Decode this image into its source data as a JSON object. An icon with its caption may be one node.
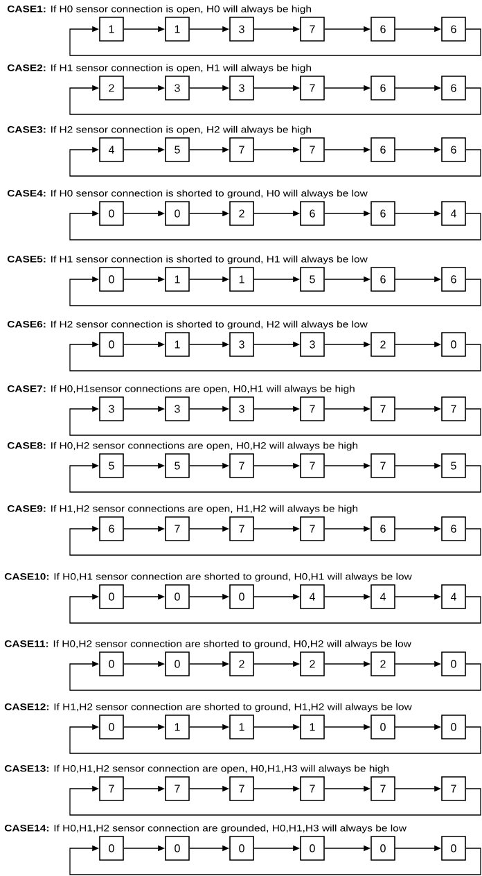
{
  "diagram": {
    "nodes": [
      {
        "text": [
          "1"
        ]
      },
      {
        "text": [
          "1"
        ]
      },
      {
        "text": [
          "3"
        ]
      },
      {
        "text": [
          "7"
        ]
      },
      {
        "text": [
          "6"
        ]
      },
      {
        "text": [
          "6"
        ]
      },
      {
        "text": [
          "2"
        ]
      },
      {
        "text": [
          "3"
        ]
      },
      {
        "text": [
          "3"
        ]
      },
      {
        "text": [
          "7"
        ]
      },
      {
        "text": [
          "6"
        ]
      },
      {
        "text": [
          "6"
        ]
      },
      {
        "text": [
          "4"
        ]
      },
      {
        "text": [
          "5"
        ]
      },
      {
        "text": [
          "7"
        ]
      },
      {
        "text": [
          "7"
        ]
      },
      {
        "text": [
          "6"
        ]
      },
      {
        "text": [
          "6"
        ]
      },
      {
        "text": [
          "0"
        ]
      },
      {
        "text": [
          "0"
        ]
      },
      {
        "text": [
          "2"
        ]
      },
      {
        "text": [
          "6"
        ]
      },
      {
        "text": [
          "6"
        ]
      },
      {
        "text": [
          "4"
        ]
      },
      {
        "text": [
          "0"
        ]
      },
      {
        "text": [
          "1"
        ]
      },
      {
        "text": [
          "1"
        ]
      },
      {
        "text": [
          "5"
        ]
      },
      {
        "text": [
          "6"
        ]
      },
      {
        "text": [
          "6"
        ]
      },
      {
        "text": [
          "0"
        ]
      },
      {
        "text": [
          "1"
        ]
      },
      {
        "text": [
          "3"
        ]
      },
      {
        "text": [
          "3"
        ]
      },
      {
        "text": [
          "2"
        ]
      },
      {
        "text": [
          "0"
        ]
      },
      {
        "text": [
          "3"
        ]
      },
      {
        "text": [
          "3"
        ]
      },
      {
        "text": [
          "3"
        ]
      },
      {
        "text": [
          "7"
        ]
      },
      {
        "text": [
          "7"
        ]
      },
      {
        "text": [
          "7"
        ]
      },
      {
        "text": [
          "5"
        ]
      },
      {
        "text": [
          "5"
        ]
      },
      {
        "text": [
          "7"
        ]
      },
      {
        "text": [
          "7"
        ]
      },
      {
        "text": [
          "7"
        ]
      },
      {
        "text": [
          "5"
        ]
      },
      {
        "text": [
          "6"
        ]
      },
      {
        "text": [
          "7"
        ]
      },
      {
        "text": [
          "7"
        ]
      },
      {
        "text": [
          "7"
        ]
      },
      {
        "text": [
          "6"
        ]
      },
      {
        "text": [
          "6"
        ]
      },
      {
        "text": [
          "0"
        ]
      },
      {
        "text": [
          "0"
        ]
      },
      {
        "text": [
          "0"
        ]
      },
      {
        "text": [
          "4"
        ]
      },
      {
        "text": [
          "4"
        ]
      },
      {
        "text": [
          "4"
        ]
      },
      {
        "text": [
          "0"
        ]
      },
      {
        "text": [
          "0"
        ]
      },
      {
        "text": [
          "2"
        ]
      },
      {
        "text": [
          "2"
        ]
      },
      {
        "text": [
          "2"
        ]
      },
      {
        "text": [
          "0"
        ]
      },
      {
        "text": [
          "0"
        ]
      },
      {
        "text": [
          "1"
        ]
      },
      {
        "text": [
          "1"
        ]
      },
      {
        "text": [
          "1"
        ]
      },
      {
        "text": [
          "0"
        ]
      },
      {
        "text": [
          "0"
        ]
      },
      {
        "text": [
          "7"
        ]
      },
      {
        "text": [
          "7"
        ]
      },
      {
        "text": [
          "7"
        ]
      },
      {
        "text": [
          "7"
        ]
      },
      {
        "text": [
          "7"
        ]
      },
      {
        "text": [
          "7"
        ]
      },
      {
        "text": [
          "0"
        ]
      },
      {
        "text": [
          "0"
        ]
      },
      {
        "text": [
          "0"
        ]
      },
      {
        "text": [
          "0"
        ]
      },
      {
        "text": [
          "0"
        ]
      },
      {
        "text": [
          "0"
        ]
      }
    ],
    "edges": [
      {
        "from": 0,
        "to": 1,
        "arrow": "to"
      },
      {
        "from": 1,
        "to": 2,
        "arrow": "to"
      },
      {
        "from": 2,
        "to": 3,
        "arrow": "to"
      },
      {
        "from": 3,
        "to": 4,
        "arrow": "to"
      },
      {
        "from": 4,
        "to": 5,
        "arrow": "to"
      },
      {
        "from": 5,
        "to": 0,
        "arrow": "to"
      },
      {
        "from": 6,
        "to": 7,
        "arrow": "to"
      },
      {
        "from": 7,
        "to": 8,
        "arrow": "to"
      },
      {
        "from": 8,
        "to": 9,
        "arrow": "to"
      },
      {
        "from": 9,
        "to": 10,
        "arrow": "to"
      },
      {
        "from": 10,
        "to": 11,
        "arrow": "to"
      },
      {
        "from": 11,
        "to": 6,
        "arrow": "to"
      },
      {
        "from": 12,
        "to": 13,
        "arrow": "to"
      },
      {
        "from": 13,
        "to": 14,
        "arrow": "to"
      },
      {
        "from": 14,
        "to": 15,
        "arrow": "to"
      },
      {
        "from": 15,
        "to": 16,
        "arrow": "to"
      },
      {
        "from": 16,
        "to": 17,
        "arrow": "to"
      },
      {
        "from": 17,
        "to": 12,
        "arrow": "to"
      },
      {
        "from": 18,
        "to": 19,
        "arrow": "to"
      },
      {
        "from": 19,
        "to": 20,
        "arrow": "to"
      },
      {
        "from": 20,
        "to": 21,
        "arrow": "to"
      },
      {
        "from": 21,
        "to": 22,
        "arrow": "to"
      },
      {
        "from": 22,
        "to": 23,
        "arrow": "to"
      },
      {
        "from": 23,
        "to": 18,
        "arrow": "to"
      },
      {
        "from": 24,
        "to": 25,
        "arrow": "to"
      },
      {
        "from": 25,
        "to": 26,
        "arrow": "to"
      },
      {
        "from": 26,
        "to": 27,
        "arrow": "to"
      },
      {
        "from": 27,
        "to": 28,
        "arrow": "to"
      },
      {
        "from": 28,
        "to": 29,
        "arrow": "to"
      },
      {
        "from": 29,
        "to": 24,
        "arrow": "to"
      },
      {
        "from": 30,
        "to": 31,
        "arrow": "to"
      },
      {
        "from": 31,
        "to": 32,
        "arrow": "to"
      },
      {
        "from": 32,
        "to": 33,
        "arrow": "to"
      },
      {
        "from": 33,
        "to": 34,
        "arrow": "to"
      },
      {
        "from": 34,
        "to": 35,
        "arrow": "to"
      },
      {
        "from": 35,
        "to": 30,
        "arrow": "to"
      },
      {
        "from": 36,
        "to": 37,
        "arrow": "to"
      },
      {
        "from": 37,
        "to": 38,
        "arrow": "to"
      },
      {
        "from": 38,
        "to": 39,
        "arrow": "to"
      },
      {
        "from": 39,
        "to": 40,
        "arrow": "to"
      },
      {
        "from": 40,
        "to": 41,
        "arrow": "to"
      },
      {
        "from": 41,
        "to": 36,
        "arrow": "to"
      },
      {
        "from": 42,
        "to": 43,
        "arrow": "to"
      },
      {
        "from": 43,
        "to": 44,
        "arrow": "to"
      },
      {
        "from": 44,
        "to": 45,
        "arrow": "to"
      },
      {
        "from": 45,
        "to": 46,
        "arrow": "to"
      },
      {
        "from": 46,
        "to": 47,
        "arrow": "to"
      },
      {
        "from": 47,
        "to": 42,
        "arrow": "to"
      },
      {
        "from": 48,
        "to": 49,
        "arrow": "to"
      },
      {
        "from": 49,
        "to": 50,
        "arrow": "to"
      },
      {
        "from": 50,
        "to": 51,
        "arrow": "to"
      },
      {
        "from": 51,
        "to": 52,
        "arrow": "to"
      },
      {
        "from": 52,
        "to": 53,
        "arrow": "to"
      },
      {
        "from": 53,
        "to": 48,
        "arrow": "to"
      },
      {
        "from": 54,
        "to": 55,
        "arrow": "to"
      },
      {
        "from": 55,
        "to": 56,
        "arrow": "to"
      },
      {
        "from": 56,
        "to": 57,
        "arrow": "to"
      },
      {
        "from": 57,
        "to": 58,
        "arrow": "to"
      },
      {
        "from": 58,
        "to": 59,
        "arrow": "to"
      },
      {
        "from": 59,
        "to": 54,
        "arrow": "to"
      },
      {
        "from": 60,
        "to": 61,
        "arrow": "to"
      },
      {
        "from": 61,
        "to": 62,
        "arrow": "to"
      },
      {
        "from": 62,
        "to": 63,
        "arrow": "to"
      },
      {
        "from": 63,
        "to": 64,
        "arrow": "to"
      },
      {
        "from": 64,
        "to": 65,
        "arrow": "to"
      },
      {
        "from": 65,
        "to": 60,
        "arrow": "to"
      },
      {
        "from": 66,
        "to": 67,
        "arrow": "to"
      },
      {
        "from": 67,
        "to": 68,
        "arrow": "to"
      },
      {
        "from": 68,
        "to": 69,
        "arrow": "to"
      },
      {
        "from": 69,
        "to": 70,
        "arrow": "to"
      },
      {
        "from": 70,
        "to": 71,
        "arrow": "to"
      },
      {
        "from": 71,
        "to": 66,
        "arrow": "to"
      },
      {
        "from": 72,
        "to": 73,
        "arrow": "to"
      },
      {
        "from": 73,
        "to": 74,
        "arrow": "to"
      },
      {
        "from": 74,
        "to": 75,
        "arrow": "to"
      },
      {
        "from": 75,
        "to": 76,
        "arrow": "to"
      },
      {
        "from": 76,
        "to": 77,
        "arrow": "to"
      },
      {
        "from": 77,
        "to": 72,
        "arrow": "to"
      },
      {
        "from": 78,
        "to": 79,
        "arrow": "to"
      },
      {
        "from": 79,
        "to": 80,
        "arrow": "to"
      },
      {
        "from": 80,
        "to": 81,
        "arrow": "to"
      },
      {
        "from": 81,
        "to": 82,
        "arrow": "to"
      },
      {
        "from": 82,
        "to": 83,
        "arrow": "to"
      },
      {
        "from": 83,
        "to": 78,
        "arrow": "to"
      }
    ],
    "labels": [
      "**CASE1:** If H0 sensor connection is open, H0 will always be high",
      "**CASE2:** If H1 sensor connection is open, H1 will always be high",
      "**CASE3:** If H2 sensor connection is open, H2 will always be high",
      "**CASE4:** If H0 sensor connection is shorted to ground, H0 will always be low",
      "**CASE5:** If H1 sensor connection is shorted to ground, H1 will always be low",
      "**CASE6:** If H2 sensor connection is shorted to ground, H2 will always be low",
      "**CASE7:** If H0,H1sensor connections are open, H0,H1 will always be high",
      "**CASE8:** If H0,H2 sensor connections are open, H0,H2 will always be high",
      "**CASE9:** If H1,H2 sensor connections are open, H1,H2 will always be high",
      "**CASE10:** If H0,H1 sensor connection are shorted to ground, H0,H1 will always be low",
      "**CASE11:** If H0,H2 sensor connection are shorted to ground, H0,H2 will always be low",
      "**CASE12:** If H1,H2 sensor connection are shorted to ground, H1,H2 will always be low",
      "**CASE13:** If H0,H1,H2 sensor connection are open, H0,H1,H3 will always be high",
      "**CASE14:** If H0,H1,H2 sensor connection are grounded, H0,H1,H3 will always be low"
    ]
  }
}
